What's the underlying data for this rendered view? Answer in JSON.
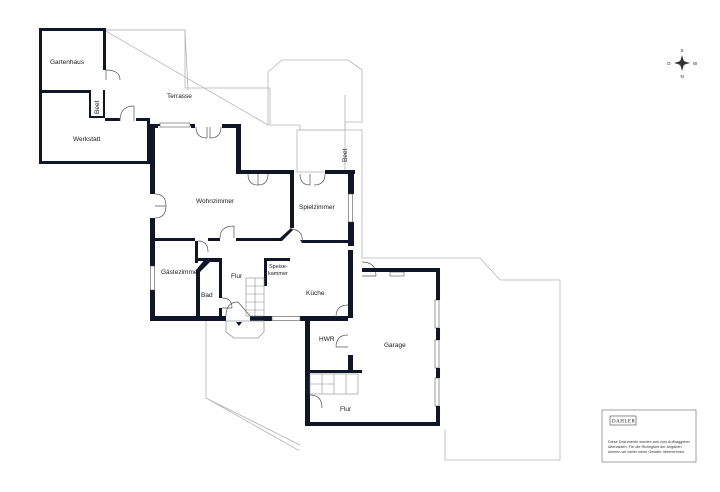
{
  "rooms": {
    "gartenhaus": "Gartenhaus",
    "terrasse": "Terrasse",
    "beet_1": "Beet",
    "werkstatt": "Werkstatt",
    "wohnzimmer": "Wohnzimmer",
    "spielzimmer": "Spielzimmer",
    "beet_2": "Beet",
    "gaestezimmer": "Gästezimmer",
    "flur_1": "Flur",
    "speisekammer_1": "Speise-",
    "speisekammer_2": "kammer",
    "kueche": "Küche",
    "bad": "Bad",
    "hwr": "HWR",
    "garage": "Garage",
    "flur_2": "Flur"
  },
  "compass": {
    "n": "N",
    "s": "S",
    "w": "W",
    "o": "O"
  },
  "legend": {
    "brand": "DAHLER",
    "line1": "Diese Dokumente wurden aus vom Auftraggeber",
    "line2": "überlassen. Für die Richtigkeit der Angaben",
    "line3": "können wir daher keine Gewähr übernehmen."
  },
  "colors": {
    "wall": "#0f1628",
    "outline": "#b5b5b5"
  }
}
